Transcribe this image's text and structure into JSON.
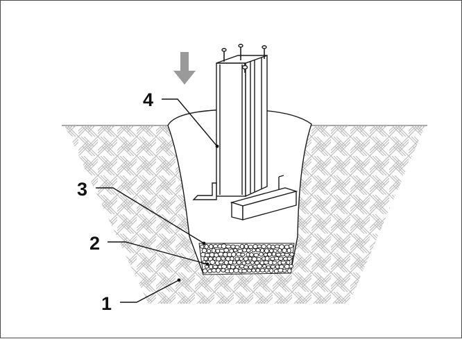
{
  "diagram": {
    "callouts": [
      {
        "id": "1",
        "label": "1"
      },
      {
        "id": "2",
        "label": "2"
      },
      {
        "id": "3",
        "label": "3"
      },
      {
        "id": "4",
        "label": "4"
      }
    ],
    "icons": {
      "load_arrow": "down-arrow-icon"
    },
    "colors": {
      "soil_hatch": "#bdbdbd",
      "backfill": "#ffffff",
      "outline": "#1a1a1a",
      "arrow": "#9a9a9a"
    }
  }
}
